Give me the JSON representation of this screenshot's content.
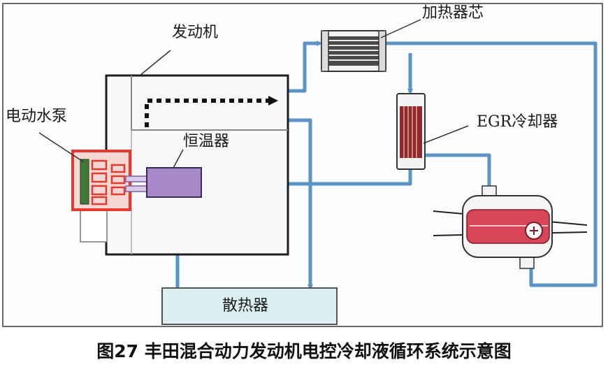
{
  "labels": {
    "engine": "发动机",
    "heater_core": "加热器芯",
    "electric_pump": "电动水泵",
    "thermostat": "恒温器",
    "egr_cooler": "EGR冷却器",
    "radiator": "散热器"
  },
  "caption": "图27 丰田混合动力发动机电控冷却液循环系统示意图",
  "colors": {
    "coolant_line": "#5b93c6",
    "pump_border": "#e43a2e",
    "pump_core": "#3f7a3a",
    "thermostat": "#a889c9",
    "egr_core": "#8e2a2a",
    "radiator_fill": "#dceff0",
    "engine_flow_arrow": "#111111"
  }
}
